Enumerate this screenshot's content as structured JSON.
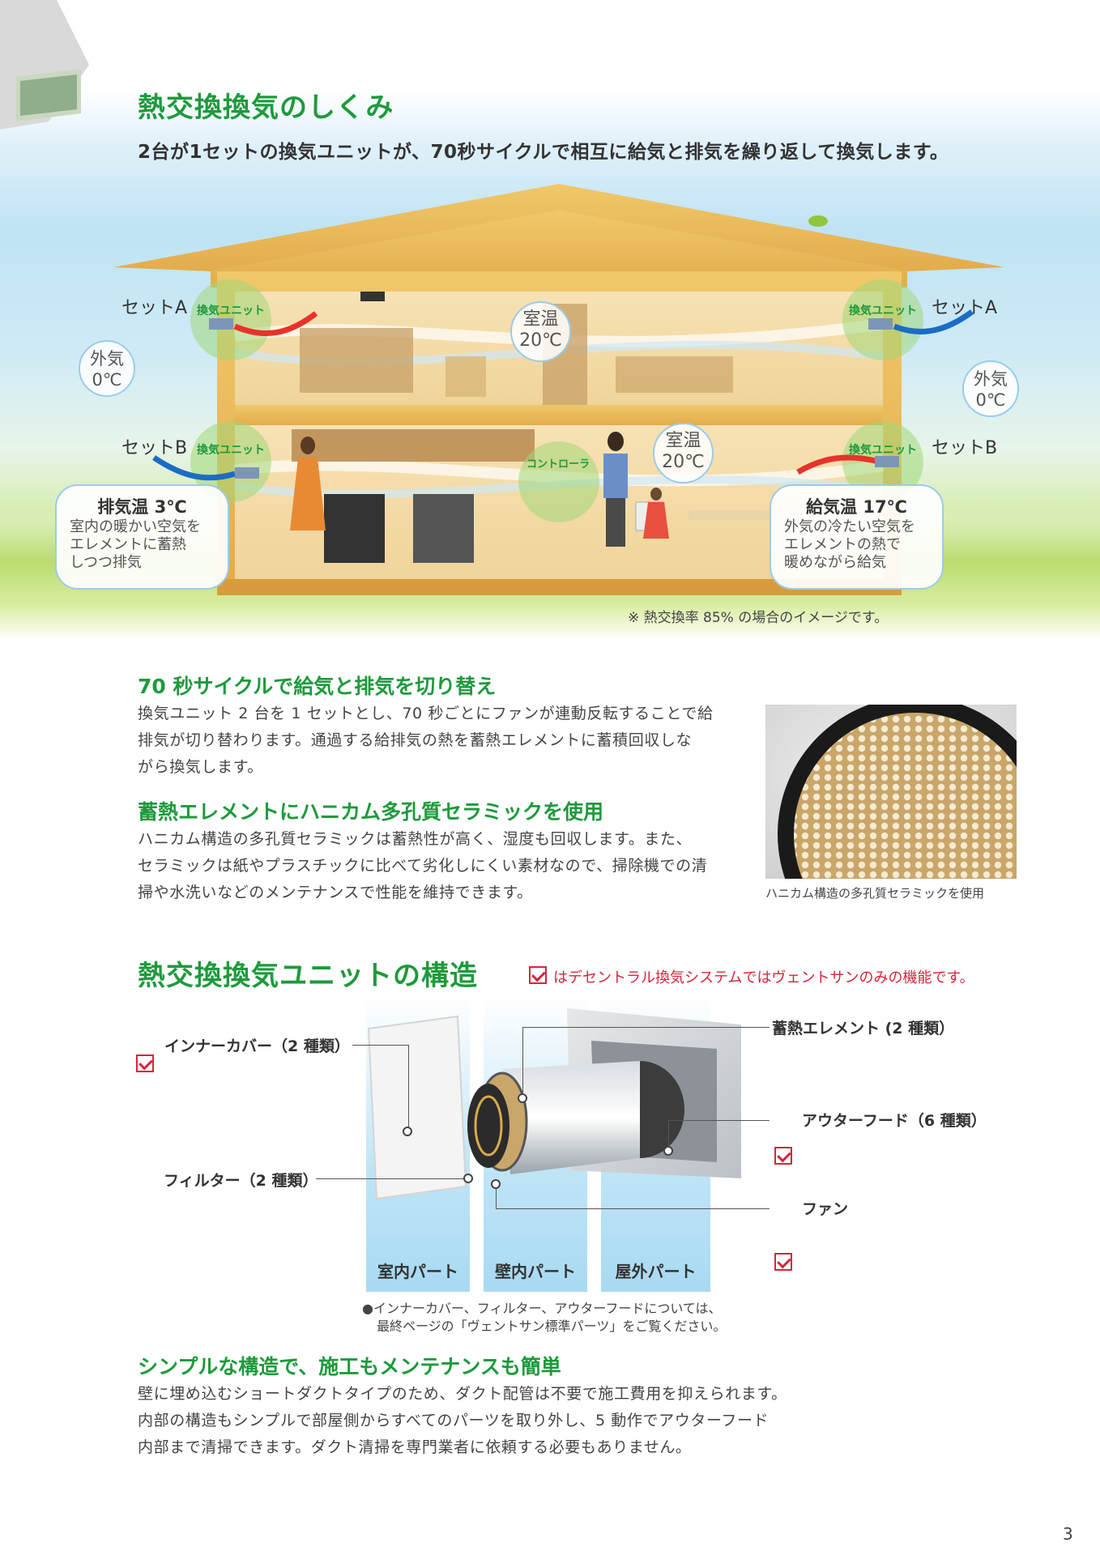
{
  "section1": {
    "title": "熱交換換気のしくみ",
    "subtitle": "2台が1セットの換気ユニットが、70秒サイクルで相互に給気と排気を繰り返して換気します。"
  },
  "diagram": {
    "set_a_left": "セットA",
    "set_a_right": "セットA",
    "set_b_left": "セットB",
    "set_b_right": "セットB",
    "unit_label": "換気ユニット",
    "outside_line1": "外気",
    "outside_line2": "0℃",
    "room_line1": "室温",
    "room_line2": "20℃",
    "controller": "コントローラ",
    "exhaust_title": "排気温 3℃",
    "exhaust_body": [
      "室内の暖かい空気を",
      "エレメントに蓄熱",
      "しつつ排気"
    ],
    "supply_title": "給気温 17℃",
    "supply_body": [
      "外気の冷たい空気を",
      "エレメントの熱で",
      "暖めながら給気"
    ],
    "note": "※ 熱交換率 85% の場合のイメージです。"
  },
  "cycle": {
    "title": "70 秒サイクルで給気と排気を切り替え",
    "lines": [
      "換気ユニット 2 台を 1 セットとし、70 秒ごとにファンが連動反転することで給",
      "排気が切り替わります。通過する給排気の熱を蓄熱エレメントに蓄積回収しな",
      "がら換気します。"
    ]
  },
  "element": {
    "title": "蓄熱エレメントにハニカム多孔質セラミックを使用",
    "lines": [
      "ハニカム構造の多孔質セラミックは蓄熱性が高く、湿度も回収します。また、",
      "セラミックは紙やプラスチックに比べて劣化しにくい素材なので、掃除機での清",
      "掃や水洗いなどのメンテナンスで性能を維持できます。"
    ],
    "caption": "ハニカム構造の多孔質セラミックを使用"
  },
  "structure": {
    "title": "熱交換換気ユニットの構造",
    "check_note": "はデセントラル換気システムではヴェントサンのみの機能です。",
    "inner_cover": "インナーカバー（2 種類）",
    "filter": "フィルター（2 種類）",
    "heat_element": "蓄熱エレメント (2 種類）",
    "outer_hood": "アウターフード（6 種類）",
    "fan": "ファン",
    "col_indoor": "室内パート",
    "col_wall": "壁内パート",
    "col_outdoor": "屋外パート",
    "footnote1": "●インナーカバー、フィルター、アウターフードについては、",
    "footnote2": "最終ページの「ヴェントサン標準パーツ」をご覧ください。"
  },
  "simple": {
    "title": "シンプルな構造で、施工もメンテナンスも簡単",
    "lines": [
      "壁に埋め込むショートダクトタイプのため、ダクト配管は不要で施工費用を抑えられます。",
      "内部の構造もシンプルで部屋側からすべてのパーツを取り外し、5 動作でアウターフード",
      "内部まで清掃できます。ダクト清掃を専門業者に依頼する必要もありません。"
    ]
  },
  "page_number": "3",
  "colors": {
    "accent_green": "#1e9a3c",
    "check_red": "#d6243b",
    "bubble_border": "#9ccbe8",
    "house_wood": "#e9b85a"
  }
}
